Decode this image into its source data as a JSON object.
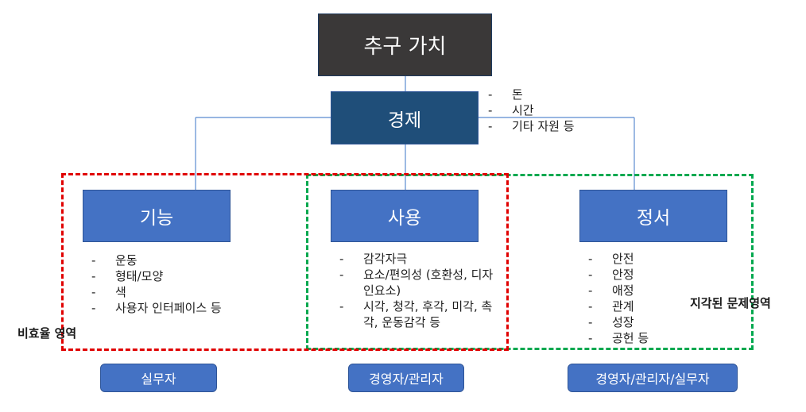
{
  "top": {
    "label": "추구 가치"
  },
  "economy": {
    "label": "경제",
    "items": [
      "돈",
      "시간",
      "기타 자원 등"
    ]
  },
  "categories": [
    {
      "label": "기능",
      "items": [
        "운동",
        "형태/모양",
        "색",
        "사용자 인터페이스 등"
      ],
      "role": "실무자"
    },
    {
      "label": "사용",
      "items": [
        "감각자극",
        "요소/편의성 (호환성, 디자인요소)",
        "시각, 청각, 후각, 미각, 촉각, 운동감각 등"
      ],
      "role": "경영자/관리자"
    },
    {
      "label": "정서",
      "items": [
        "안전",
        "안정",
        "애정",
        "관계",
        "성장",
        "공헌 등"
      ],
      "role": "경영자/관리자/실무자"
    }
  ],
  "zones": {
    "inefficient": "비효율 영역",
    "perceived": "지각된 문제영역"
  },
  "colors": {
    "dark_box": "#3a3838",
    "economy_box": "#1f4e79",
    "category_box": "#4472c4",
    "red_dash": "#e00000",
    "green_dash": "#00a84f"
  }
}
